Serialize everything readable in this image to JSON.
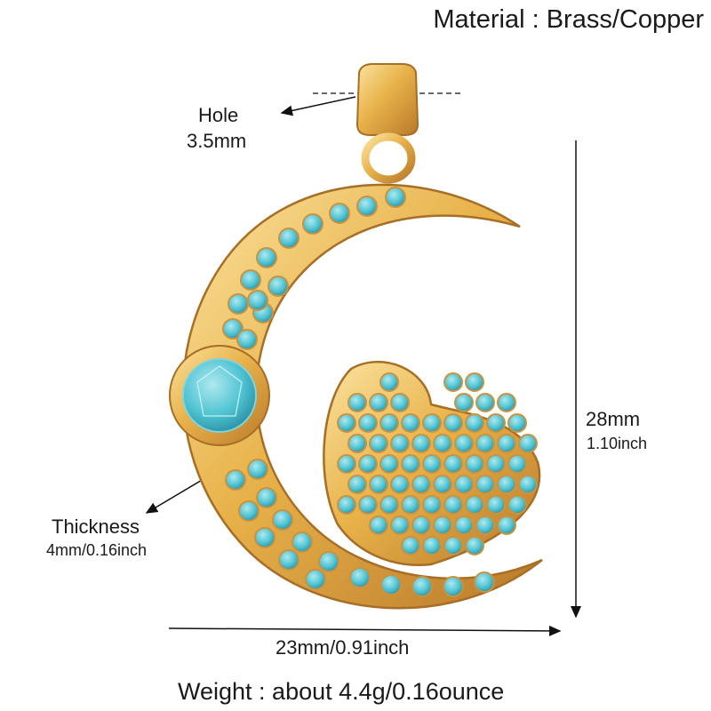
{
  "material": "Material : Brass/Copper",
  "hole": {
    "label": "Hole",
    "value": "3.5mm"
  },
  "height": {
    "metric": "28mm",
    "imperial": "1.10inch"
  },
  "thickness": {
    "label": "Thickness",
    "value": "4mm/0.16inch"
  },
  "width": "23mm/0.91inch",
  "weight": "Weight : about 4.4g/0.16ounce",
  "colors": {
    "gold": "#e8b24a",
    "gold_light": "#fbe3a0",
    "gold_dark": "#b9792a",
    "stone": "#4fc3d2",
    "stone_light": "#aee9ef"
  }
}
